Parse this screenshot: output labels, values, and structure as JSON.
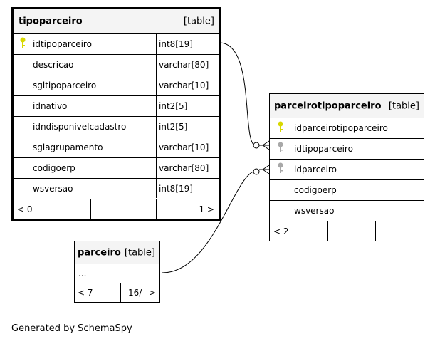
{
  "tables": {
    "tipoparceiro": {
      "name": "tipoparceiro",
      "kind": "[table]",
      "columns": [
        {
          "name": "idtipoparceiro",
          "type": "int8[19]",
          "key": "primary"
        },
        {
          "name": "descricao",
          "type": "varchar[80]",
          "key": ""
        },
        {
          "name": "sgltipoparceiro",
          "type": "varchar[10]",
          "key": ""
        },
        {
          "name": "idnativo",
          "type": "int2[5]",
          "key": ""
        },
        {
          "name": "idndisponivelcadastro",
          "type": "int2[5]",
          "key": ""
        },
        {
          "name": "sglagrupamento",
          "type": "varchar[10]",
          "key": ""
        },
        {
          "name": "codigoerp",
          "type": "varchar[80]",
          "key": ""
        },
        {
          "name": "wsversao",
          "type": "int8[19]",
          "key": ""
        }
      ],
      "footer": {
        "parents": "< 0",
        "children": "1 >"
      }
    },
    "parceirotipoparceiro": {
      "name": "parceirotipoparceiro",
      "kind": "[table]",
      "columns": [
        {
          "name": "idparceirotipoparceiro",
          "key": "primary"
        },
        {
          "name": "idtipoparceiro",
          "key": "foreign"
        },
        {
          "name": "idparceiro",
          "key": "foreign"
        },
        {
          "name": "codigoerp",
          "key": ""
        },
        {
          "name": "wsversao",
          "key": ""
        }
      ],
      "footer": {
        "parents": "< 2",
        "children": ""
      }
    },
    "parceiro": {
      "name": "parceiro",
      "kind": "[table]",
      "columns": [
        {
          "name": "..."
        }
      ],
      "footer": {
        "parents": "< 7",
        "rows": "16/",
        "children": ">"
      }
    }
  },
  "relationships": [
    {
      "from": "tipoparceiro.idtipoparceiro",
      "to": "parceirotipoparceiro.idtipoparceiro"
    },
    {
      "from": "parceiro",
      "to": "parceirotipoparceiro.idparceiro"
    }
  ],
  "colors": {
    "primary_key": "#d8d800",
    "foreign_key": "#a8a8a8",
    "header_bg": "#f4f4f4"
  },
  "footer": {
    "generated_by": "Generated by SchemaSpy"
  }
}
